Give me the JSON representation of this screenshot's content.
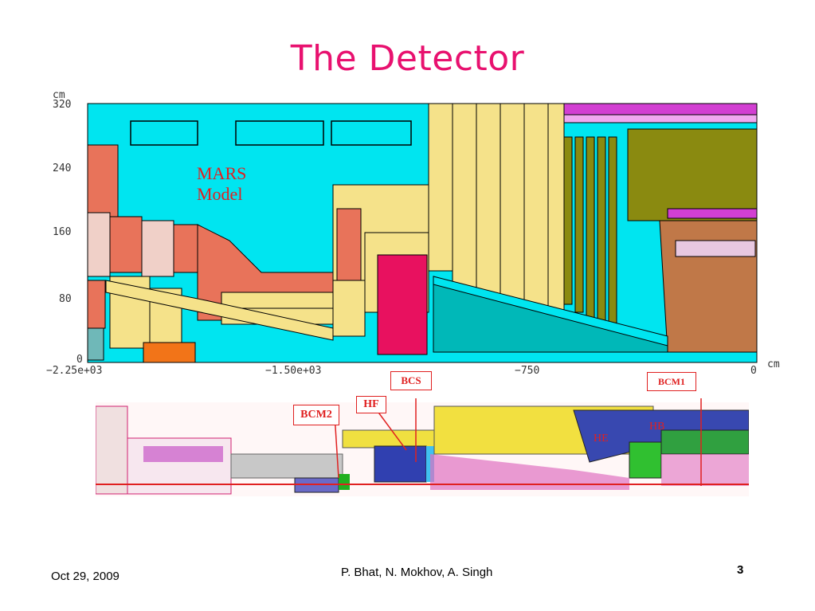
{
  "slide": {
    "title": "The Detector",
    "footer_date": "Oct 29, 2009",
    "footer_authors": "P. Bhat,  N. Mokhov, A. Singh",
    "page_number": "3"
  },
  "mars_plot": {
    "y_unit": "cm",
    "x_unit": "cm",
    "y_ticks": [
      "320",
      "240",
      "160",
      "80",
      "0"
    ],
    "x_ticks": [
      "−2.25e+03",
      "−1.50e+03",
      "−750",
      "0"
    ],
    "model_label_line1": "MARS",
    "model_label_line2": "Model"
  },
  "cms_drawing": {
    "labels": {
      "bcs": "BCS",
      "bcm1": "BCM1",
      "bcm2": "BCM2",
      "hf": "HF",
      "he": "HE",
      "hb": "HB"
    }
  }
}
